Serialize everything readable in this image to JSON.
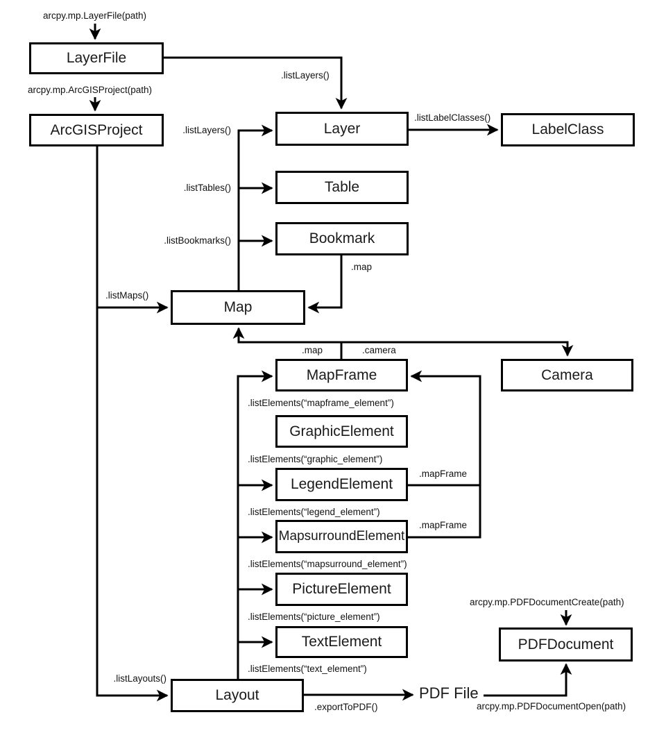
{
  "diagram": {
    "background_color": "#ffffff",
    "line_color": "#000000",
    "text_color": "#1a1a1a"
  },
  "nodes": {
    "layerfile": "LayerFile",
    "arcgisproject": "ArcGISProject",
    "layer": "Layer",
    "labelclass": "LabelClass",
    "table": "Table",
    "bookmark": "Bookmark",
    "map": "Map",
    "mapframe": "MapFrame",
    "camera": "Camera",
    "graphicelement": "GraphicElement",
    "legendelement": "LegendElement",
    "mapsurroundelement": "MapsurroundElement",
    "pictureelement": "PictureElement",
    "textelement": "TextElement",
    "layout": "Layout",
    "pdfdocument": "PDFDocument",
    "pdf_file": "PDF File"
  },
  "labels": {
    "ctor_layerfile": "arcpy.mp.LayerFile(path)",
    "ctor_arcgisproject": "arcpy.mp.ArcGISProject(path)",
    "ctor_pdfdocument_create": "arcpy.mp.PDFDocumentCreate(path)",
    "ctor_pdfdocument_open": "arcpy.mp.PDFDocumentOpen(path)",
    "listlayers_from_layerfile": ".listLayers()",
    "listlayers_from_map": ".listLayers()",
    "listtables": ".listTables()",
    "listbookmarks": ".listBookmarks()",
    "listmaps": ".listMaps()",
    "listlabelclasses": ".listLabelClasses()",
    "bookmark_map": ".map",
    "mapframe_map": ".map",
    "mapframe_camera": ".camera",
    "listelements_mapframe": ".listElements(“mapframe_element”)",
    "listelements_graphic": ".listElements(“graphic_element”)",
    "listelements_legend": ".listElements(“legend_element”)",
    "listelements_mapsurround": ".listElements(“mapsurround_element”)",
    "listelements_picture": ".listElements(“picture_element”)",
    "listelements_text": ".listElements(“text_element”)",
    "legend_mapframe": ".mapFrame",
    "mapsurround_mapframe": ".mapFrame",
    "listlayouts": ".listLayouts()",
    "exporttopdf": ".exportToPDF()"
  },
  "edges": [
    {
      "from": "arcpy.mp.LayerFile(path)",
      "to": "LayerFile",
      "label": ""
    },
    {
      "from": "arcpy.mp.ArcGISProject(path)",
      "to": "ArcGISProject",
      "label": ""
    },
    {
      "from": "LayerFile",
      "to": "Layer",
      "label": ".listLayers()"
    },
    {
      "from": "Map",
      "to": "Layer",
      "label": ".listLayers()"
    },
    {
      "from": "Map",
      "to": "Table",
      "label": ".listTables()"
    },
    {
      "from": "Map",
      "to": "Bookmark",
      "label": ".listBookmarks()"
    },
    {
      "from": "Layer",
      "to": "LabelClass",
      "label": ".listLabelClasses()"
    },
    {
      "from": "ArcGISProject",
      "to": "Map",
      "label": ".listMaps()"
    },
    {
      "from": "Bookmark",
      "to": "Map",
      "label": ".map"
    },
    {
      "from": "MapFrame",
      "to": "Map",
      "label": ".map"
    },
    {
      "from": "MapFrame",
      "to": "Camera",
      "label": ".camera"
    },
    {
      "from": "Layout",
      "to": "MapFrame",
      "label": ".listElements(“mapframe_element”)"
    },
    {
      "from": "Layout",
      "to": "LegendElement",
      "label": ".listElements(“legend_element”)"
    },
    {
      "from": "Layout",
      "to": "MapsurroundElement",
      "label": ".listElements(“mapsurround_element”)"
    },
    {
      "from": "Layout",
      "to": "PictureElement",
      "label": ".listElements(“picture_element”)"
    },
    {
      "from": "Layout",
      "to": "TextElement",
      "label": ".listElements(“text_element”)"
    },
    {
      "from": "LegendElement",
      "to": "MapFrame",
      "label": ".mapFrame"
    },
    {
      "from": "MapsurroundElement",
      "to": "MapFrame",
      "label": ".mapFrame"
    },
    {
      "from": "ArcGISProject",
      "to": "Layout",
      "label": ".listLayouts()"
    },
    {
      "from": "Layout",
      "to": "PDF File",
      "label": ".exportToPDF()"
    },
    {
      "from": "PDF File",
      "to": "PDFDocument",
      "label": "arcpy.mp.PDFDocumentOpen(path)"
    },
    {
      "from": "arcpy.mp.PDFDocumentCreate(path)",
      "to": "PDFDocument",
      "label": ""
    }
  ]
}
